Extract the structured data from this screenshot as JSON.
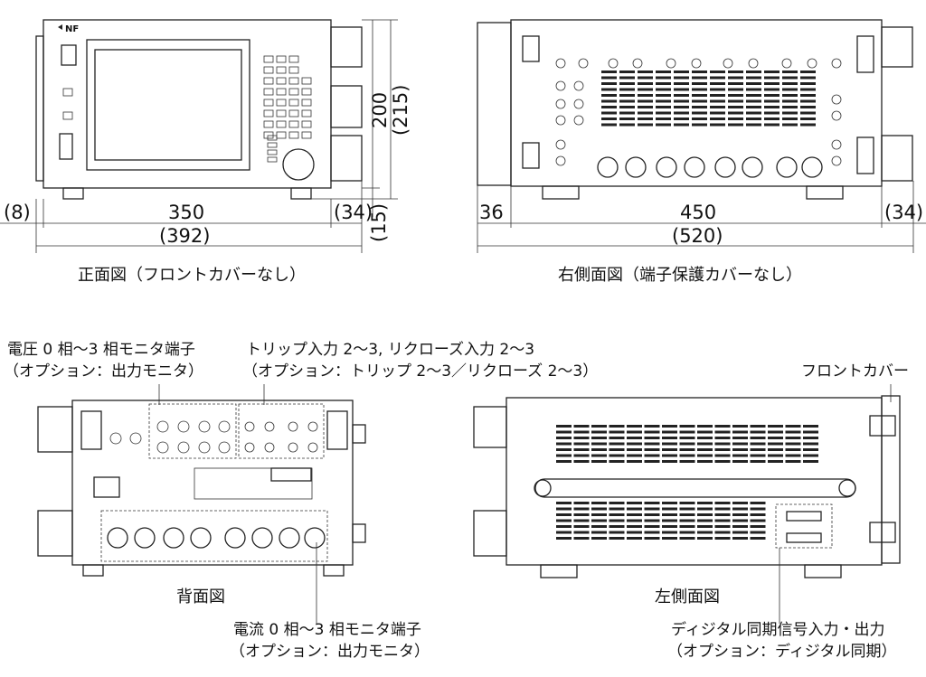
{
  "logo": "NF",
  "front_view": {
    "caption": "正面図（フロントカバーなし）",
    "dims": {
      "left_offset": "(8)",
      "width": "350",
      "right_offset": "(34)",
      "total_width": "(392)",
      "height": "200",
      "total_height": "(215)",
      "foot_height": "(15)"
    }
  },
  "right_view": {
    "caption": "右側面図（端子保護カバーなし）",
    "dims": {
      "left_offset": "36",
      "depth": "450",
      "right_offset": "(34)",
      "total_depth": "(520)"
    }
  },
  "rear_view": {
    "caption": "背面図",
    "callouts": {
      "voltage_monitor": {
        "line1": "電圧 0 相～3 相モニタ端子",
        "line2": "（オプション：出力モニタ）"
      },
      "trip_input": {
        "line1": "トリップ入力 2～3, リクローズ入力 2～3",
        "line2": "（オプション：トリップ 2～3／リクローズ 2～3）"
      },
      "current_monitor": {
        "line1": "電流 0 相～3 相モニタ端子",
        "line2": "（オプション：出力モニタ）"
      }
    }
  },
  "left_view": {
    "caption": "左側面図",
    "callouts": {
      "front_cover": "フロントカバー",
      "digital_sync": {
        "line1": "ディジタル同期信号入力・出力",
        "line2": "（オプション：ディジタル同期）"
      }
    }
  }
}
